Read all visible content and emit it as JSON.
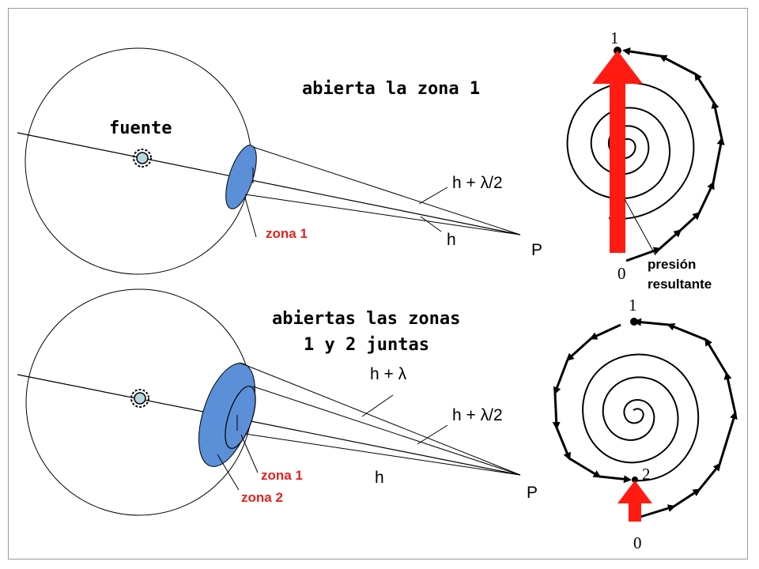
{
  "top": {
    "title": "abierta la zona 1",
    "source_label": "fuente",
    "path_long": "h + λ/2",
    "path_short": "h",
    "point": "P",
    "zone1": "zona 1",
    "spiral_top": "1",
    "spiral_bottom": "0",
    "resultant_line1": "presión",
    "resultant_line2": "resultante"
  },
  "bottom": {
    "title_line1": "abiertas las zonas",
    "title_line2": "1 y 2 juntas",
    "path_longest": "h + λ",
    "path_long": "h + λ/2",
    "path_short": "h",
    "point": "P",
    "zone1": "zona 1",
    "zone2": "zona 2",
    "spiral_top": "1",
    "spiral_mid": "2",
    "spiral_bottom": "0"
  },
  "colors": {
    "zone_fill": "#5b8fd8",
    "arrow_red": "#ff1a12",
    "label_red": "#e0221e"
  }
}
